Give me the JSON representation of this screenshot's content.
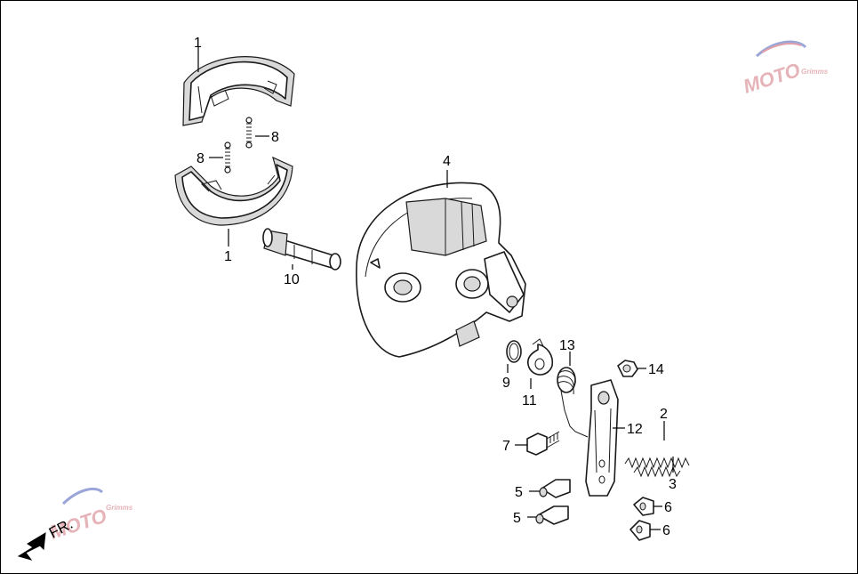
{
  "diagram": {
    "watermark_main": "MOTO",
    "watermark_sub": "Grimms",
    "front_arrow_label": "FR.",
    "callouts": {
      "shoe_upper": "1",
      "shoe_lower": "1",
      "spring_upper": "8",
      "spring_lower": "8",
      "brake_panel": "4",
      "cam": "10",
      "seal": "9",
      "indicator_plate": "11",
      "return_spring": "13",
      "arm": "12",
      "nut": "14",
      "adjuster_spring": "2",
      "adjuster_spring_b": "3",
      "bolt": "7",
      "pin_upper": "5",
      "pin_lower": "5",
      "joint_upper": "6",
      "joint_lower": "6"
    }
  }
}
